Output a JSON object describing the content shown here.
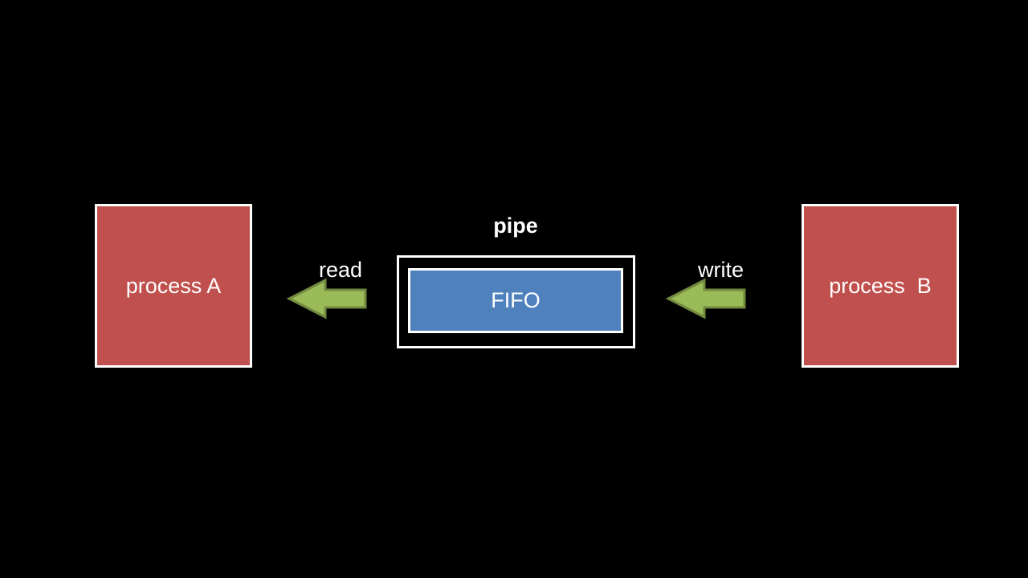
{
  "diagram": {
    "process_a": "process A",
    "process_b": "process  B",
    "pipe_label": "pipe",
    "fifo_label": "FIFO",
    "read_label": "read",
    "write_label": "write"
  },
  "colors": {
    "background": "#000000",
    "process_fill": "#c0504d",
    "fifo_fill": "#4f81bd",
    "arrow_fill": "#9bbb59",
    "arrow_stroke": "#71893f",
    "border": "#ffffff"
  },
  "icons": {
    "read_arrow": "left-arrow-icon",
    "write_arrow": "left-arrow-icon"
  }
}
